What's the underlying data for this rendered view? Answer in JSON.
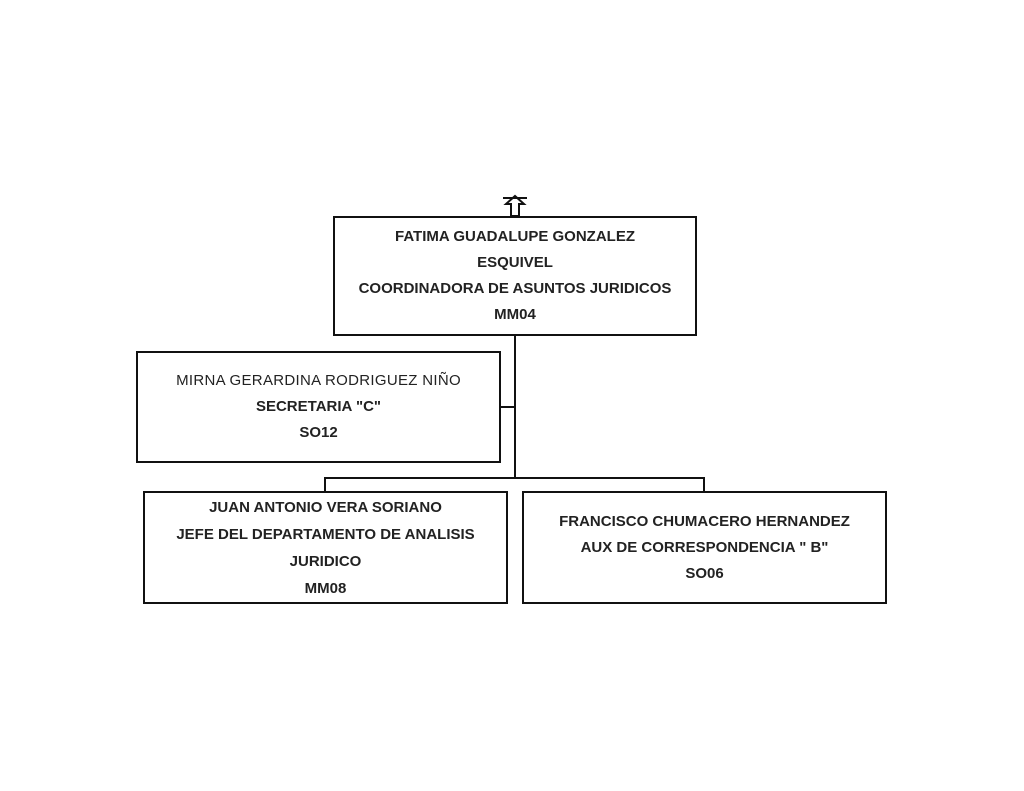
{
  "org_chart": {
    "coordinadora": {
      "name_line1": "FATIMA GUADALUPE GONZALEZ",
      "name_line2": "ESQUIVEL",
      "position": "COORDINADORA DE ASUNTOS JURIDICOS",
      "code": "MM04"
    },
    "secretaria": {
      "name": "MIRNA GERARDINA RODRIGUEZ NIÑO",
      "position": "SECRETARIA \"C\"",
      "code": "SO12"
    },
    "jefe": {
      "name": "JUAN ANTONIO VERA SORIANO",
      "position_line1": "JEFE DEL DEPARTAMENTO DE ANALISIS",
      "position_line2": "JURIDICO",
      "code": "MM08"
    },
    "aux": {
      "name": "FRANCISCO CHUMACERO HERNANDEZ",
      "position": "AUX DE CORRESPONDENCIA \" B\"",
      "code": "SO06"
    }
  },
  "icons": {
    "parent_link": "up-arrow-icon"
  },
  "colors": {
    "line": "#111111",
    "text": "#222222",
    "background": "#ffffff"
  }
}
